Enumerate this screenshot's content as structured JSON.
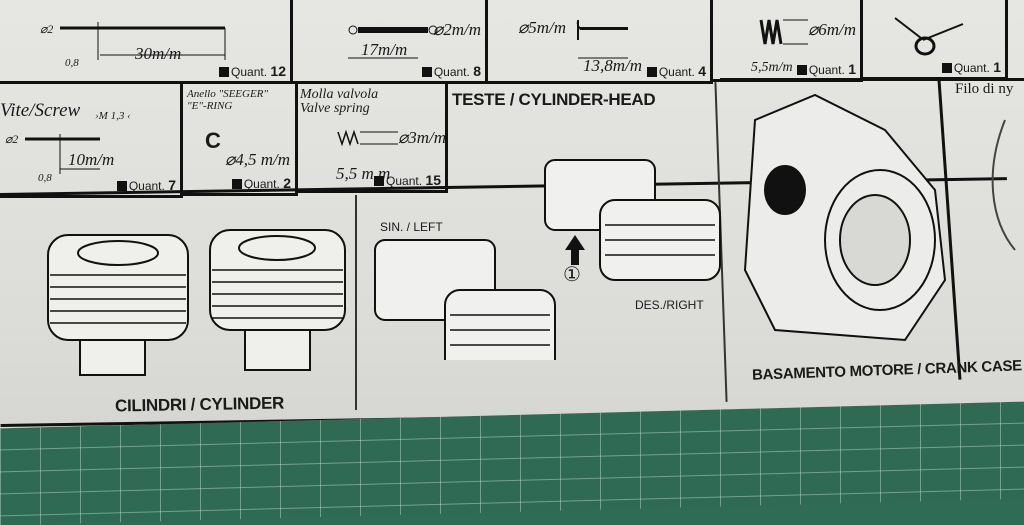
{
  "top_row": [
    {
      "dims": [
        "⌀2",
        "30m/m",
        "0,8"
      ],
      "quantity_label": "Quant.",
      "quantity": "12"
    },
    {
      "dims": [
        "⌀2m/m",
        "17m/m"
      ],
      "quantity_label": "Quant.",
      "quantity": "8"
    },
    {
      "dims": [
        "⌀5m/m",
        "13,8m/m"
      ],
      "quantity_label": "Quant.",
      "quantity": "4"
    },
    {
      "dims": [
        "⌀6m/m",
        "5,5m/m"
      ],
      "quantity_label": "Quant.",
      "quantity": "1"
    },
    {
      "dims": [],
      "quantity_label": "Quant.",
      "quantity": "1"
    }
  ],
  "second_row": [
    {
      "title": "Vite/Screw",
      "subtitle": "›M 1,3 ‹",
      "dims": [
        "⌀2",
        "10m/m",
        "0,8"
      ],
      "quantity_label": "Quant.",
      "quantity": "7"
    },
    {
      "title": "Anello \"SEEGER\"",
      "subtitle": "\"E\"-RING",
      "dims": [
        "⌀4,5 m/m"
      ],
      "quantity_label": "Quant.",
      "quantity": "2"
    },
    {
      "title": "Molla valvola",
      "subtitle": "Valve spring",
      "dims": [
        "⌀3m/m",
        "5,5 m.m"
      ],
      "quantity_label": "Quant.",
      "quantity": "15"
    }
  ],
  "sections": {
    "cylinder_head": {
      "title": "TESTE / CYLINDER-HEAD",
      "left": "SIN. / LEFT",
      "right": "DES./RIGHT",
      "step": "①"
    },
    "cylinder": {
      "title": "CILINDRI / CYLINDER"
    },
    "crankcase": {
      "title": "BASAMENTO MOTORE / CRANK CASE"
    },
    "wire": {
      "title": "Filo di ny"
    }
  }
}
